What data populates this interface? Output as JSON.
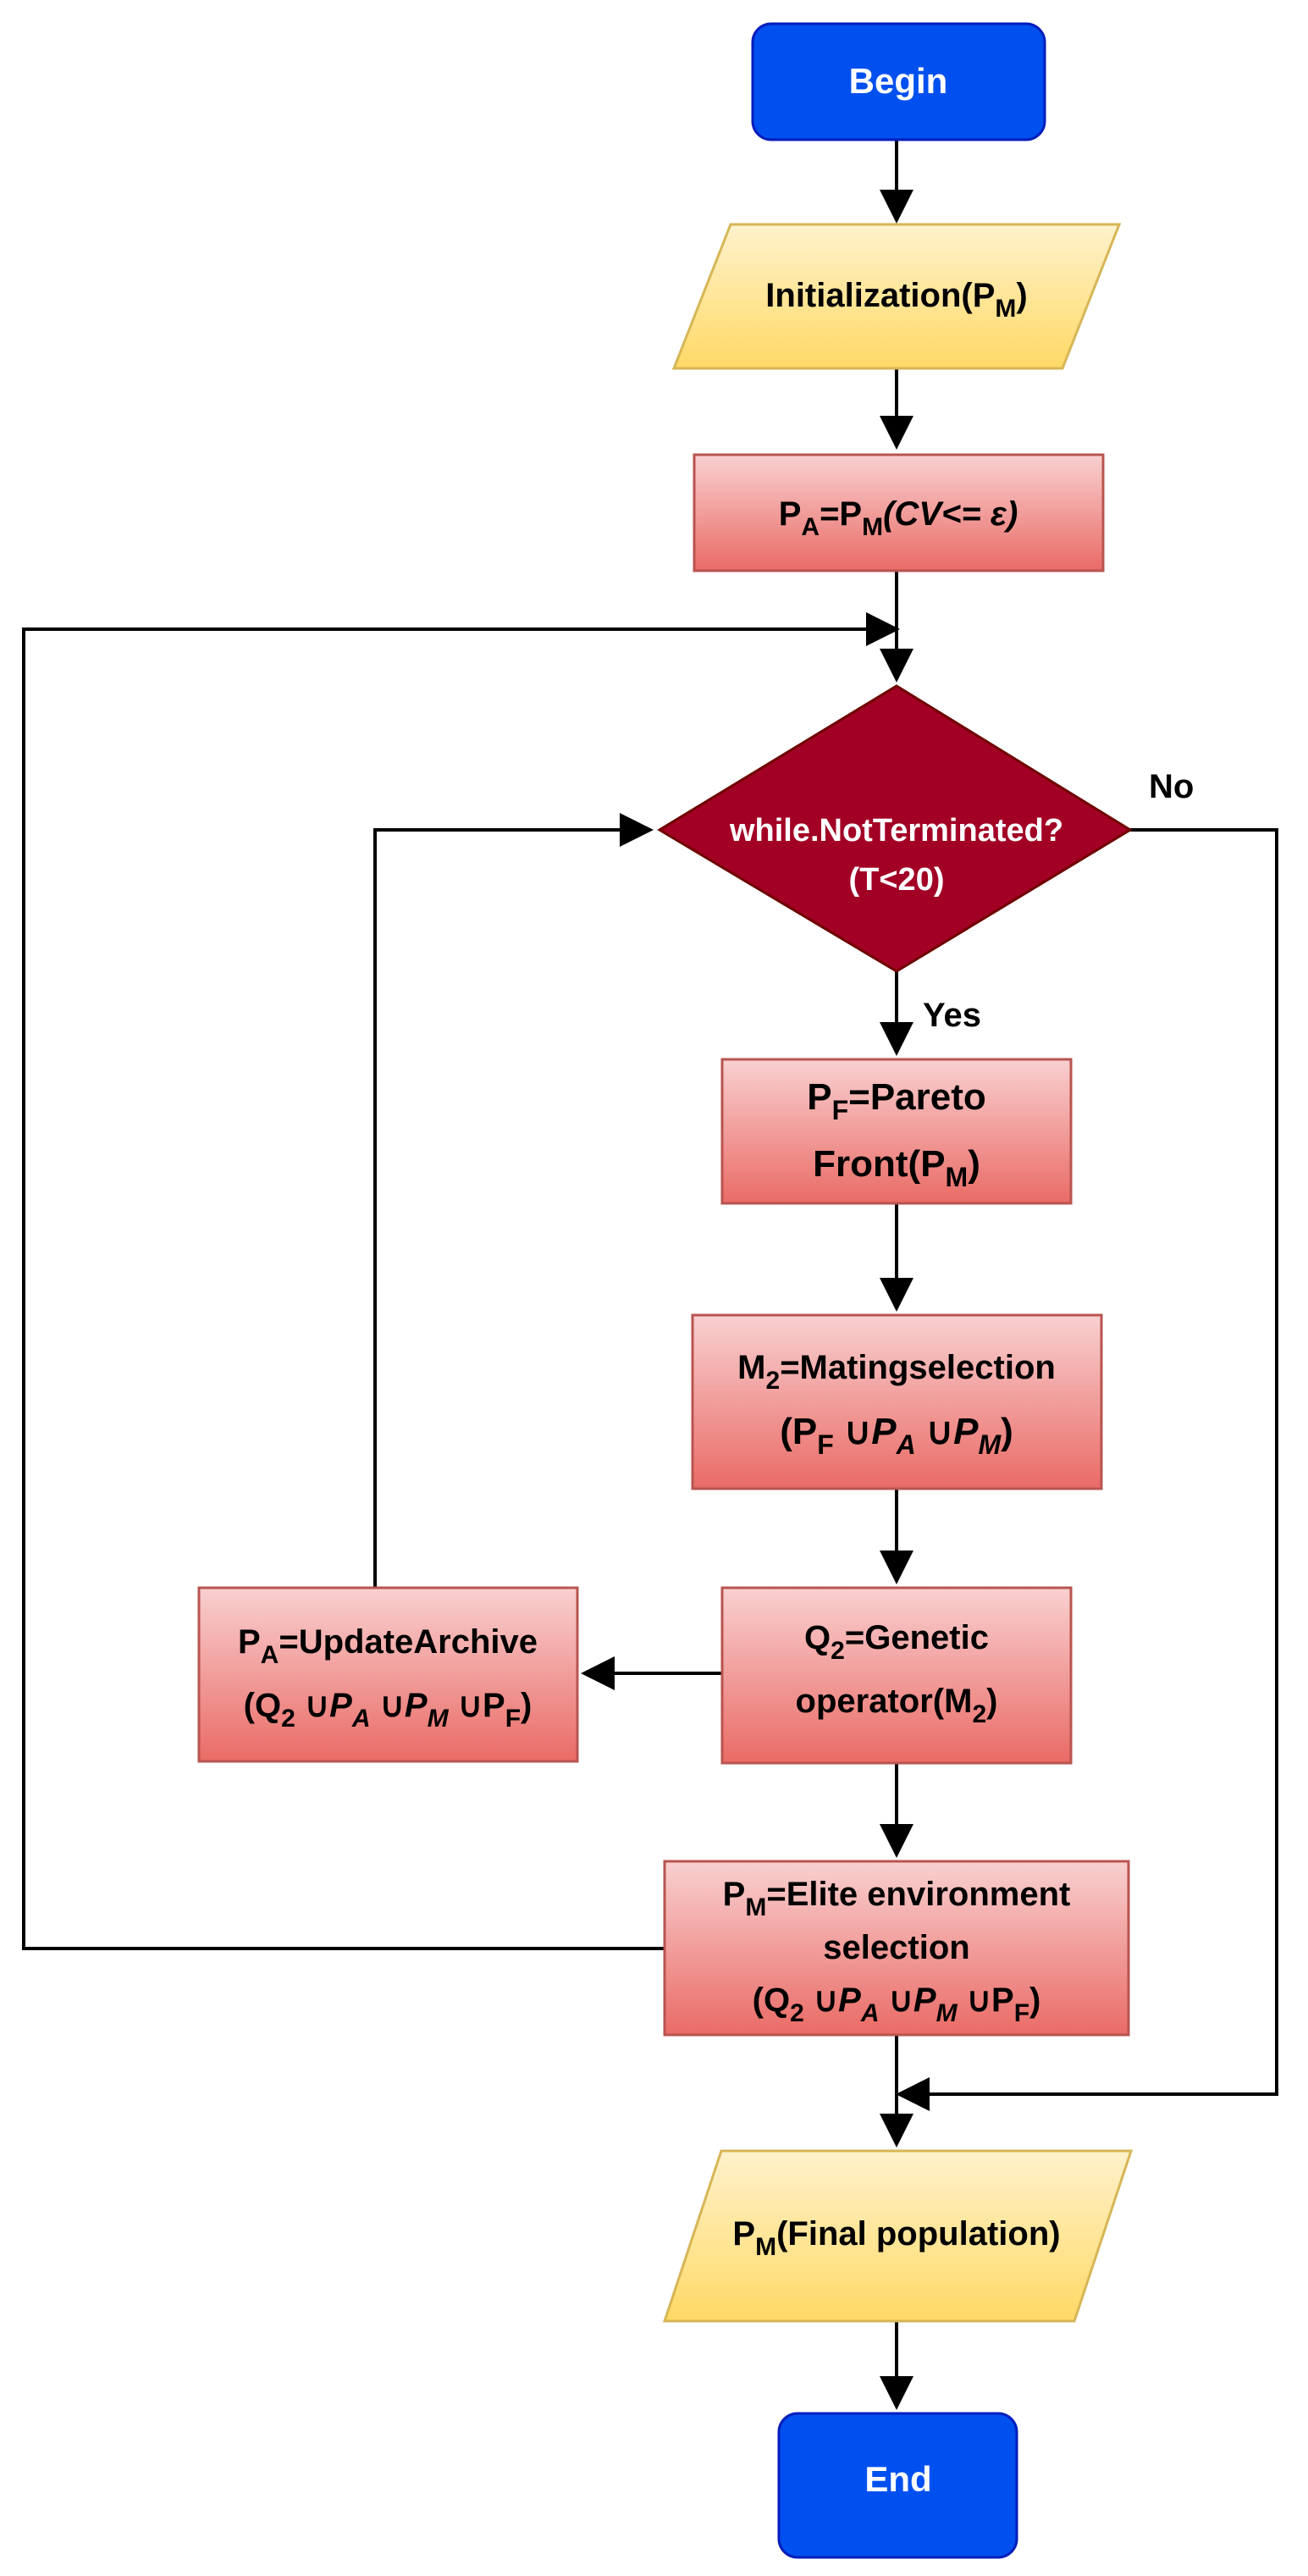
{
  "colors": {
    "terminal_fill": "#0050ef",
    "terminal_stroke": "#001dbc",
    "io_fill_top": "#fff2cc",
    "io_fill_bottom": "#ffd966",
    "io_stroke": "#d6b656",
    "process_fill_top": "#f8d0d0",
    "process_fill_bottom": "#ea6b66",
    "process_stroke": "#b85450",
    "decision_fill": "#a20025",
    "decision_stroke": "#6f0000",
    "edge": "#000000"
  },
  "nodes": {
    "begin": {
      "label": "Begin"
    },
    "init": {
      "main": "Initialization(P",
      "sub": "M",
      "tail": ")"
    },
    "pa_init": {
      "p": "P",
      "sub_a": "A",
      "eq": "=P",
      "sub_m": "M",
      "cond": "(CV<= ε)"
    },
    "decision": {
      "line1": "while.NotTerminated?",
      "line2": "(T<20)"
    },
    "pareto": {
      "p": "P",
      "sub": "F",
      "line1_tail": "=Pareto",
      "line2_head": "Front(P",
      "line2_sub": "M",
      "line2_tail": ")"
    },
    "mating": {
      "m": "M",
      "sub": "2",
      "line1_tail": "=Matingselection",
      "line2_open": "(P",
      "line2_sub": "F",
      "line2_union1": " ∪",
      "line2_pa": "P",
      "line2_pa_sub": "A",
      "line2_union2": " ∪",
      "line2_pm": "P",
      "line2_pm_sub": "M",
      "line2_close": ")"
    },
    "genetic": {
      "q": "Q",
      "sub": "2",
      "line1_tail": "=Genetic",
      "line2_head": "operator(M",
      "line2_sub": "2",
      "line2_tail": ")"
    },
    "archive": {
      "p": "P",
      "sub": "A",
      "line1_tail": "=UpdateArchive",
      "l2_open": "(Q",
      "l2_q_sub": "2",
      "l2_u": " ∪",
      "l2_pa": "P",
      "l2_pa_sub": "A",
      "l2_pm": "P",
      "l2_pm_sub": "M",
      "l2_pf": "P",
      "l2_pf_sub": "F",
      "l2_close": ")"
    },
    "elite": {
      "p": "P",
      "sub": "M",
      "line1_tail": "=Elite environment",
      "line2": "selection",
      "l3_open": "(Q",
      "l3_q_sub": "2",
      "l3_u": " ∪",
      "l3_pa": "P",
      "l3_pa_sub": "A",
      "l3_pm": "P",
      "l3_pm_sub": "M",
      "l3_pf": "P",
      "l3_pf_sub": "F",
      "l3_close": ")"
    },
    "final": {
      "p": "P",
      "sub": "M",
      "tail": "(Final population)"
    },
    "end": {
      "label": "End"
    }
  },
  "edge_labels": {
    "no": "No",
    "yes": "Yes"
  }
}
